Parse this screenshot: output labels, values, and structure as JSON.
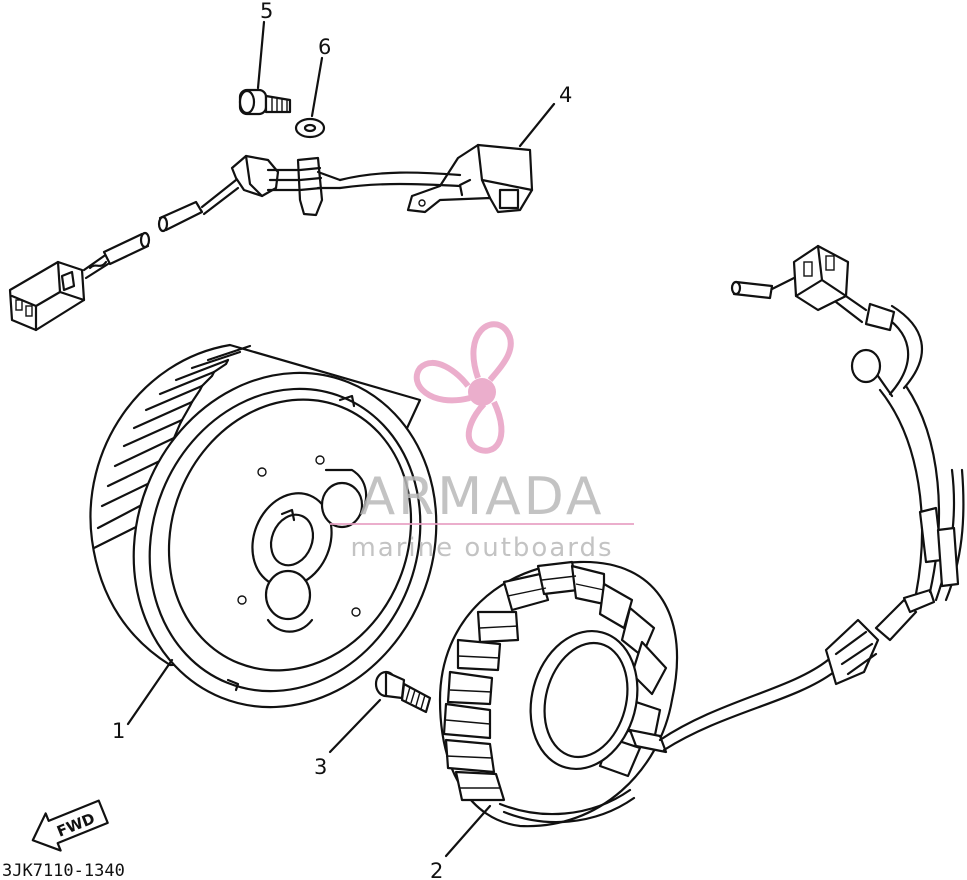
{
  "callouts": {
    "c1": "1",
    "c2": "2",
    "c3": "3",
    "c4": "4",
    "c5": "5",
    "c6": "6"
  },
  "fwd_label": "FWD",
  "part_code": "3JK7110-1340",
  "watermark": {
    "brand": "ARMADA",
    "tagline": "marine outboards",
    "color": "#e8a0c4"
  },
  "line_color": "#111111"
}
